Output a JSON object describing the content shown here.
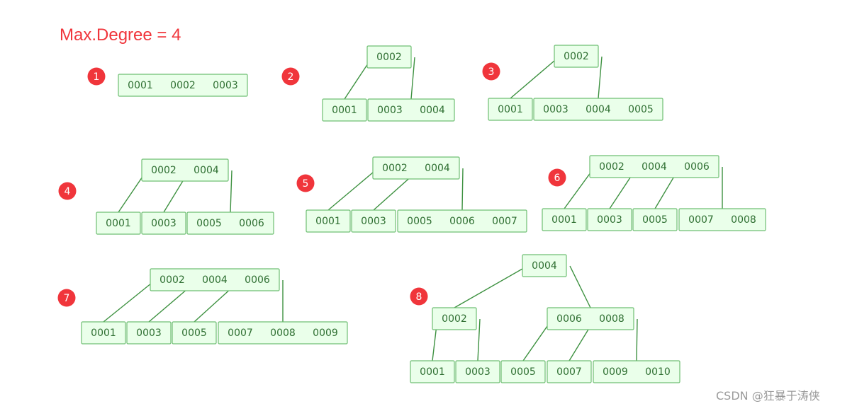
{
  "title": "Max.Degree = 4",
  "watermark": "CSDN @狂暴于涛侠",
  "colors": {
    "title": "#f0353b",
    "badge": "#f0353b",
    "badge_text": "#ffffff",
    "node_fill": "#eaffea",
    "node_stroke": "#6fbf73",
    "key_text": "#2f6f32",
    "edge": "#3d9140"
  },
  "steps": [
    {
      "label": "1",
      "nodes": [
        [
          "0001",
          "0002",
          "0003"
        ]
      ]
    },
    {
      "label": "2",
      "nodes": [
        [
          "0002"
        ],
        [
          "0001"
        ],
        [
          "0003",
          "0004"
        ]
      ]
    },
    {
      "label": "3",
      "nodes": [
        [
          "0002"
        ],
        [
          "0001"
        ],
        [
          "0003",
          "0004",
          "0005"
        ]
      ]
    },
    {
      "label": "4",
      "nodes": [
        [
          "0002",
          "0004"
        ],
        [
          "0001"
        ],
        [
          "0003"
        ],
        [
          "0005",
          "0006"
        ]
      ]
    },
    {
      "label": "5",
      "nodes": [
        [
          "0002",
          "0004"
        ],
        [
          "0001"
        ],
        [
          "0003"
        ],
        [
          "0005",
          "0006",
          "0007"
        ]
      ]
    },
    {
      "label": "6",
      "nodes": [
        [
          "0002",
          "0004",
          "0006"
        ],
        [
          "0001"
        ],
        [
          "0003"
        ],
        [
          "0005"
        ],
        [
          "0007",
          "0008"
        ]
      ]
    },
    {
      "label": "7",
      "nodes": [
        [
          "0002",
          "0004",
          "0006"
        ],
        [
          "0001"
        ],
        [
          "0003"
        ],
        [
          "0005"
        ],
        [
          "0007",
          "0008",
          "0009"
        ]
      ]
    },
    {
      "label": "8",
      "nodes": [
        [
          "0004"
        ],
        [
          "0002"
        ],
        [
          "0006",
          "0008"
        ],
        [
          "0001"
        ],
        [
          "0003"
        ],
        [
          "0005"
        ],
        [
          "0007"
        ],
        [
          "0009",
          "0010"
        ]
      ]
    }
  ]
}
